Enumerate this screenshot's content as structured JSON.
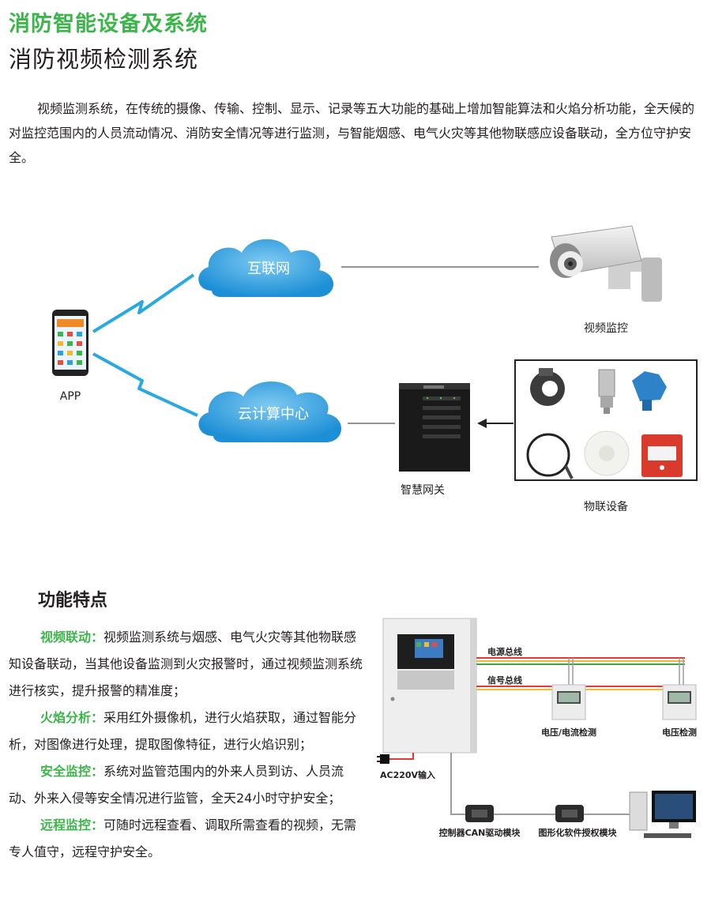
{
  "header": {
    "category": "消防智能设备及系统",
    "title": "消防视频检测系统"
  },
  "intro": "视频监测系统，在传统的摄像、传输、控制、显示、记录等五大功能的基础上增加智能算法和火焰分析功能，全天候的对监控范围内的人员流动情况、消防安全情况等进行监测，与智能烟感、电气火灾等其他物联感应设备联动，全方位守护安全。",
  "diagram": {
    "app_label": "APP",
    "cloud_internet": "互联网",
    "cloud_computing": "云计算中心",
    "camera_label": "视频监控",
    "gateway_label": "智慧网关",
    "iot_label": "物联设备"
  },
  "features": {
    "heading": "功能特点",
    "items": [
      {
        "name": "视频联动：",
        "text": "视频监测系统与烟感、电气火灾等其他物联感知设备联动，当其他设备监测到火灾报警时，通过视频监测系统进行核实，提升报警的精准度；"
      },
      {
        "name": "火焰分析：",
        "text": "采用红外摄像机，进行火焰获取，通过智能分析，对图像进行处理，提取图像特征，进行火焰识别；"
      },
      {
        "name": "安全监控：",
        "text": "系统对监管范围内的外来人员到访、人员流动、外来入侵等安全情况进行监管，全天24小时守护安全；"
      },
      {
        "name": "远程监控：",
        "text": "可随时远程查看、调取所需查看的视频，无需专人值守，远程守护安全。"
      }
    ]
  },
  "wiring": {
    "power_bus": "电源总线",
    "signal_bus": "信号总线",
    "voltage_current": "电压/电流检测",
    "voltage": "电压检测",
    "ac_input": "AC220V输入",
    "can_module": "控制器CAN驱动模块",
    "software_module": "图形化软件授权模块"
  },
  "colors": {
    "accent": "#3cb54a",
    "cloud": "#2f9fe0",
    "lightning": "#29a9e0"
  }
}
